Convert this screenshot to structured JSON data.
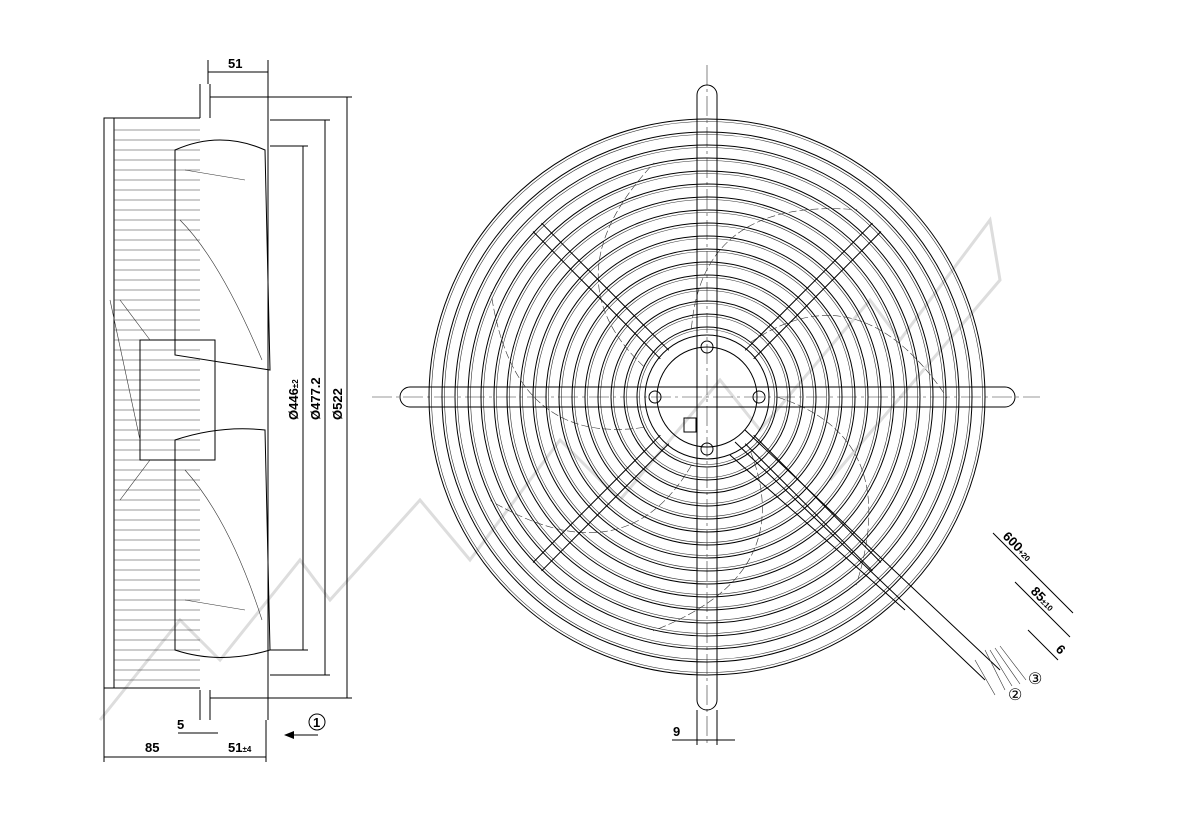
{
  "title": "Axial fan dimension drawing",
  "side_view": {
    "dim_top": "51",
    "dim_d446": "Ø446",
    "dim_d446_tol": "±2",
    "dim_d477": "Ø477.2",
    "dim_d522": "Ø522",
    "dim_5": "5",
    "dim_85": "85",
    "dim_51b": "51",
    "dim_51b_tol": "±4",
    "airflow_marker": "①"
  },
  "front_view": {
    "dim_9": "9",
    "cable_length": "600",
    "cable_length_tol": "+20",
    "strip_length": "85",
    "strip_length_tol": "±10",
    "wire_strip": "6",
    "marker_2": "②",
    "marker_3": "③"
  },
  "colors": {
    "line": "#000000",
    "watermark": "#dddddd"
  }
}
